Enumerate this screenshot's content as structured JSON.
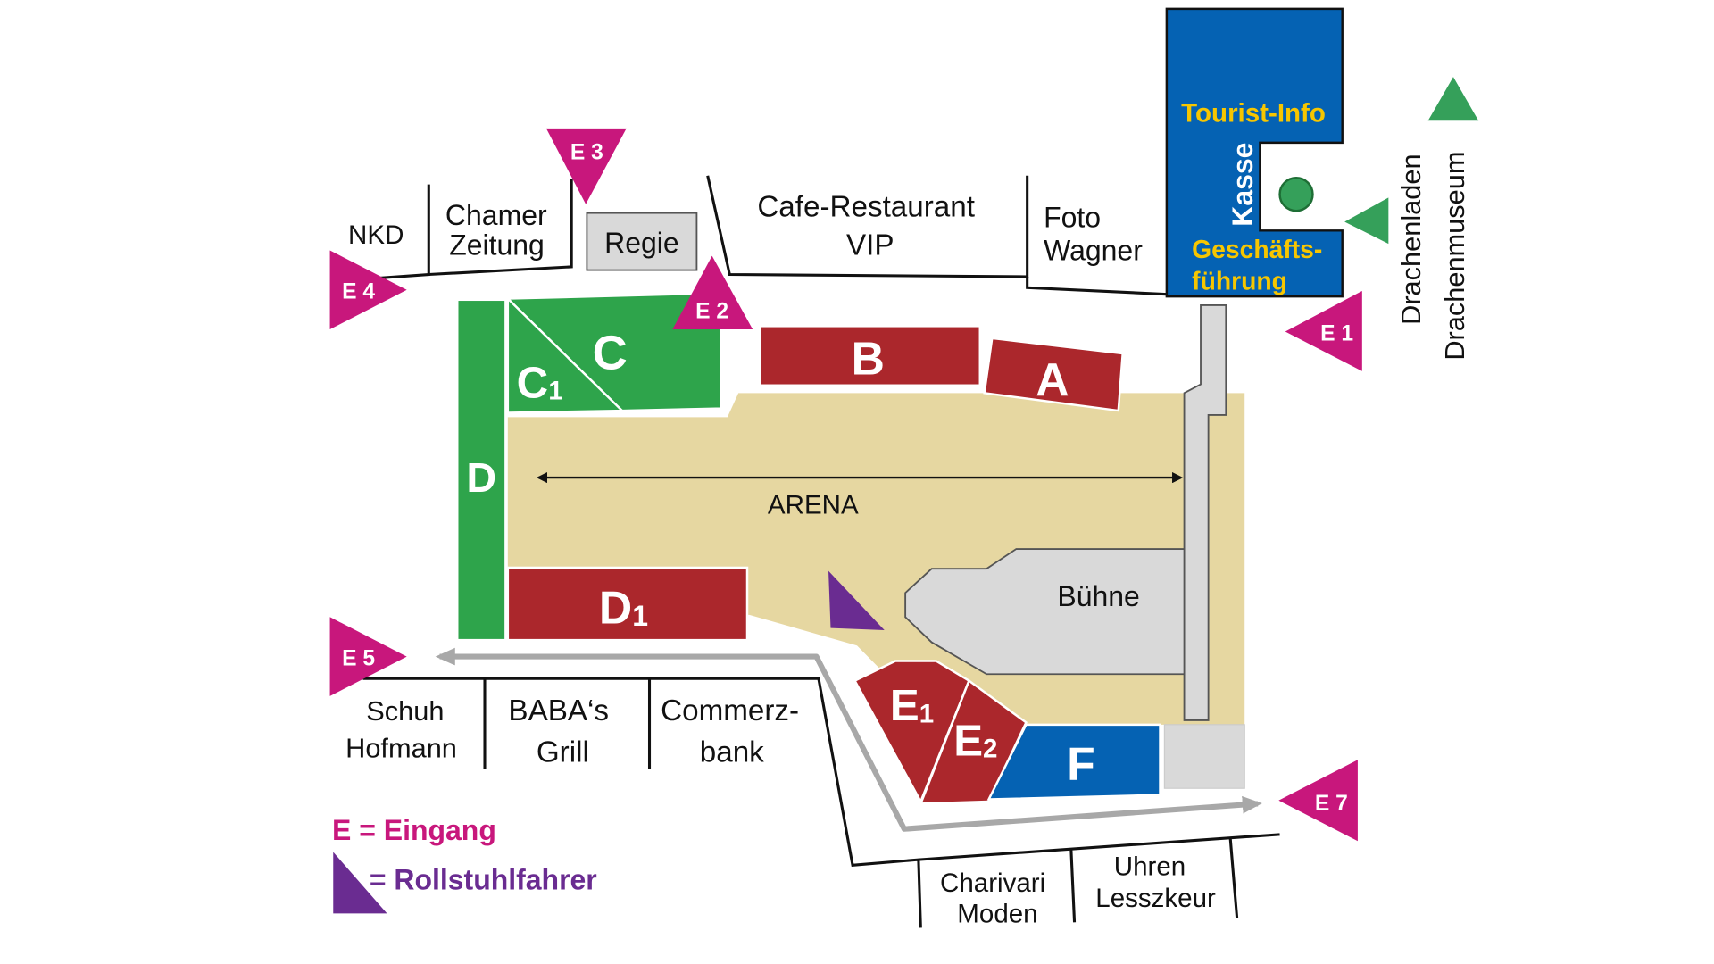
{
  "colors": {
    "entrance": "#c8177c",
    "wheelchair": "#6a2c91",
    "block_red": "#ab272c",
    "block_green": "#2ea44b",
    "block_blue": "#0562b3",
    "arena": "#e6d7a1",
    "stage": "#d9d9d9",
    "office_text": "#f7c600",
    "arrow_green": "#35a05a"
  },
  "entrances": [
    {
      "id": "E1",
      "label": "E 1"
    },
    {
      "id": "E2",
      "label": "E 2"
    },
    {
      "id": "E3",
      "label": "E 3"
    },
    {
      "id": "E4",
      "label": "E 4"
    },
    {
      "id": "E5",
      "label": "E 5"
    },
    {
      "id": "E7",
      "label": "E 7"
    }
  ],
  "blocks": {
    "A": "A",
    "B": "B",
    "C": "C",
    "C1": {
      "main": "C",
      "sub": "1"
    },
    "D": "D",
    "D1": {
      "main": "D",
      "sub": "1"
    },
    "E1": {
      "main": "E",
      "sub": "1"
    },
    "E2": {
      "main": "E",
      "sub": "2"
    },
    "F": "F"
  },
  "arena": {
    "label": "ARENA"
  },
  "stage": {
    "label": "Bühne"
  },
  "regie": {
    "label": "Regie"
  },
  "buildings": {
    "nkd": "NKD",
    "chamer": [
      "Chamer",
      "Zeitung"
    ],
    "cafe": [
      "Cafe-Restaurant",
      "VIP"
    ],
    "foto": [
      "Foto",
      "Wagner"
    ],
    "schuh": [
      "Schuh",
      "Hofmann"
    ],
    "baba": [
      "BABA‘s",
      "Grill"
    ],
    "commerz": [
      "Commerz-",
      "bank"
    ],
    "charivari": [
      "Charivari",
      "Moden"
    ],
    "uhren": [
      "Uhren",
      "Lesszkeur"
    ]
  },
  "office": {
    "tourist_info": "Tourist-Info",
    "kasse": "Kasse",
    "geschaefts": [
      "Geschäfts-",
      "führung"
    ]
  },
  "side_labels": {
    "drachenladen": "Drachenladen",
    "drachenmuseum": "Drachenmuseum"
  },
  "legend": {
    "eingang": "E = Eingang",
    "rollstuhl": "= Rollstuhlfahrer"
  }
}
